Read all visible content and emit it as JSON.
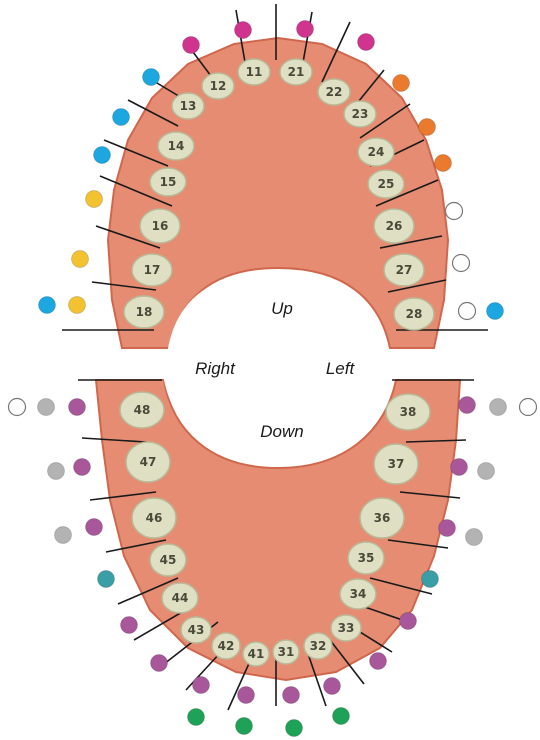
{
  "labels": {
    "up": "Up",
    "down": "Down",
    "right": "Right",
    "left": "Left"
  },
  "colors": {
    "gum": "#e58c72",
    "gum_dark": "#d0674d",
    "tooth": "#dfe0c3",
    "tooth_edge": "#b9b897",
    "pink": "#d0348f",
    "blue": "#1ca7e0",
    "yellow": "#f2c230",
    "orange": "#ea7a2e",
    "white": "#ffffff",
    "purple": "#a8579a",
    "grey": "#b3b3b3",
    "teal": "#3a9ea7",
    "green": "#1ea257"
  },
  "teeth": {
    "upper_right": [
      "12",
      "11",
      "13",
      "14",
      "15",
      "16",
      "17",
      "18"
    ],
    "upper_left": [
      "21",
      "22",
      "23",
      "24",
      "25",
      "26",
      "27",
      "28"
    ],
    "lower_right": [
      "48",
      "47",
      "46",
      "45",
      "44",
      "43",
      "42",
      "41"
    ],
    "lower_left": [
      "38",
      "37",
      "36",
      "35",
      "34",
      "33",
      "32",
      "31"
    ]
  },
  "markers": [
    [
      "pink"
    ],
    [
      "pink"
    ],
    [
      "pink"
    ],
    [
      "pink"
    ],
    [
      "blue"
    ],
    [
      "orange"
    ],
    [
      "blue"
    ],
    [
      "orange"
    ],
    [
      "blue"
    ],
    [
      "orange"
    ],
    [
      "yellow"
    ],
    [
      "white"
    ],
    [
      "yellow"
    ],
    [
      "white"
    ],
    [
      "blue",
      "yellow"
    ],
    [
      "white",
      "blue"
    ],
    [
      "white",
      "grey",
      "purple"
    ],
    [
      "purple",
      "grey",
      "white"
    ],
    [
      "grey",
      "purple"
    ],
    [
      "purple",
      "grey"
    ],
    [
      "grey",
      "purple"
    ],
    [
      "purple",
      "grey"
    ],
    [
      "teal"
    ],
    [
      "teal"
    ],
    [
      "purple"
    ],
    [
      "purple"
    ],
    [
      "purple"
    ],
    [
      "purple"
    ],
    [
      "purple"
    ],
    [
      "purple"
    ],
    [
      "purple"
    ],
    [
      "purple"
    ],
    [
      "green"
    ],
    [
      "green"
    ],
    [
      "green"
    ],
    [
      "green"
    ]
  ]
}
